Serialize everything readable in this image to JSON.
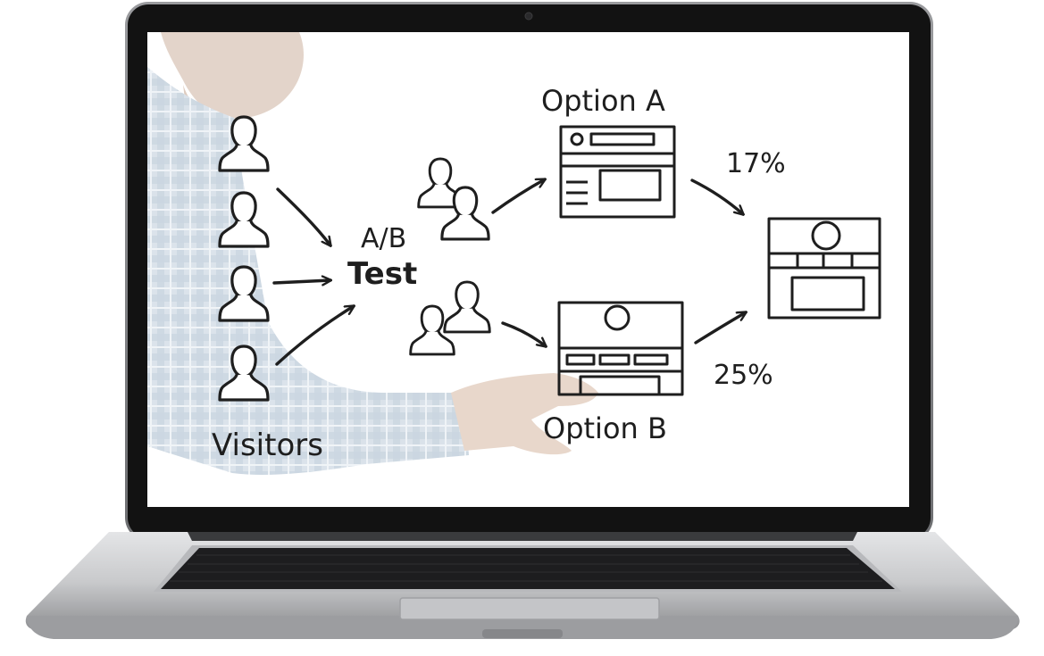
{
  "colors": {
    "ink": "#1e1e1e",
    "bezel": "#121212",
    "screen": "#ffffff",
    "body_silver": "#c9cacc",
    "keys": "#1d1d1f",
    "shirt_blue": "#aebfcf"
  },
  "diagram": {
    "visitors_label": "Visitors",
    "test_label_line1": "A/B",
    "test_label_line2": "Test",
    "option_a_label": "Option A",
    "option_b_label": "Option B",
    "rate_a": "17%",
    "rate_b": "25%"
  },
  "icons": [
    "person-icon",
    "arrow-icon",
    "webpage-wireframe-icon",
    "camera-icon",
    "trackpad"
  ]
}
